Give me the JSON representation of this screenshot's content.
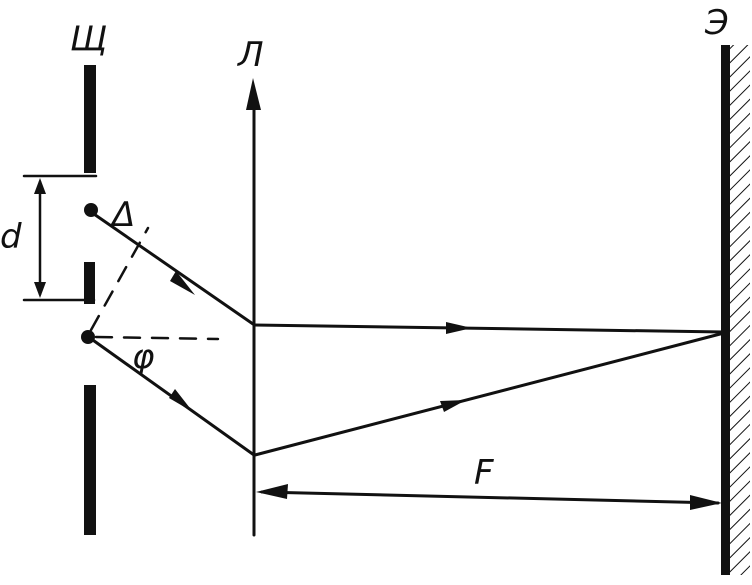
{
  "labels": {
    "slit": "Щ",
    "lens": "Л",
    "screen": "Э",
    "slit_width": "d",
    "path_difference": "Δ",
    "angle": "φ",
    "focal_length": "F"
  },
  "colors": {
    "ink": "#111111",
    "background": "#ffffff"
  }
}
